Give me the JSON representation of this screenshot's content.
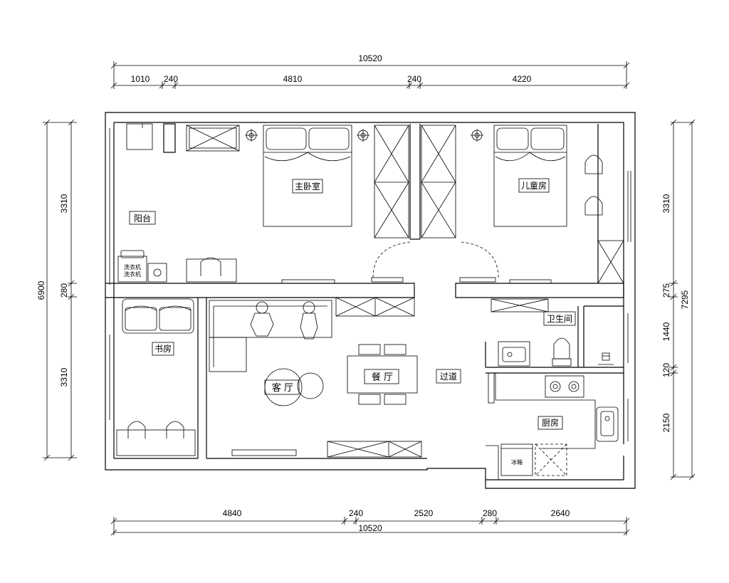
{
  "dimensions": {
    "top_total": "10520",
    "top_segments": [
      "1010",
      "240",
      "4810",
      "240",
      "4220"
    ],
    "bottom_total": "10520",
    "bottom_segments": [
      "4840",
      "240",
      "2520",
      "280",
      "2640"
    ],
    "left_total": "6900",
    "left_segments": [
      "3310",
      "280",
      "3310"
    ],
    "right_total": "7295",
    "right_segments": [
      "3310",
      "275",
      "1440",
      "120",
      "2150"
    ]
  },
  "rooms": {
    "balcony": "阳台",
    "master_bedroom": "主卧室",
    "kids_room": "儿童房",
    "study": "书房",
    "living_room": "客 厅",
    "dining_room": "餐 厅",
    "corridor": "过道",
    "bathroom": "卫生间",
    "kitchen": "厨房"
  },
  "fixtures": {
    "fridge": "冰箱",
    "washer_top": "洗衣机",
    "washer_bottom": "洗衣机"
  }
}
